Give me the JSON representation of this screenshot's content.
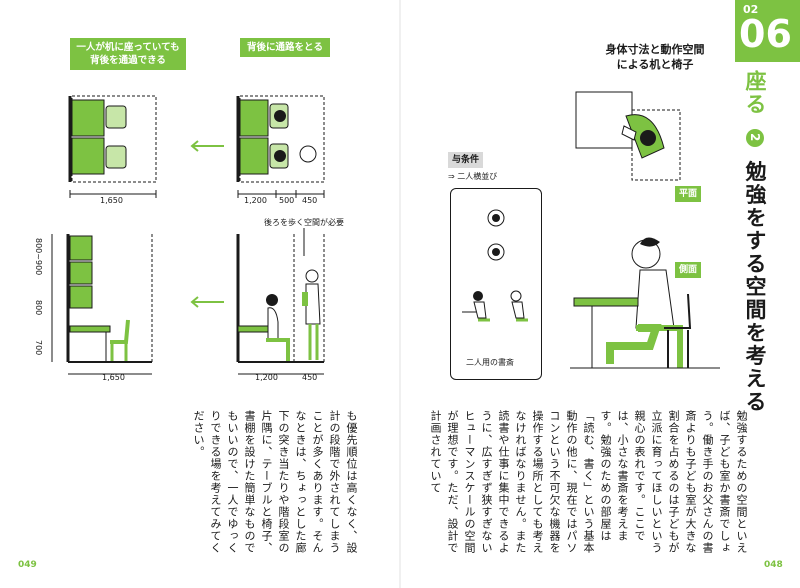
{
  "left_page": {
    "label_sit_pass": "一人が机に座っていても\n背後を通過できる",
    "label_passage": "背後に通路をとる",
    "note_walk_space": "後ろを歩く空間が必要",
    "dim_top_left": "1,650",
    "dim_top_right_a": "1,200",
    "dim_top_right_b": "500",
    "dim_top_right_c": "450",
    "dim_side_900": "800~900",
    "dim_side_800": "800",
    "dim_side_700": "700",
    "dim_bottom_left": "1,650",
    "dim_bottom_right_a": "1,200",
    "dim_bottom_right_b": "450",
    "body_text": "も優先順位は高くなく、設計の段階で外されてしまうことが多くあります。そんなときは、ちょっとした廊下の突き当たりや階段室の片隅に、テーブルと椅子、書棚を設けた簡単なものでもいいので、一人でゆっくりできる場を考えてみてください。",
    "folio": "049"
  },
  "right_page": {
    "heading_dims": "身体寸法と動作空間\nによる机と椅子",
    "tag_conditions": "与条件",
    "condition_text": "⇒ 二人横並び",
    "caption_study": "二人用の書斎",
    "tag_plan": "平面",
    "tag_side": "側面",
    "body_text": "勉強するための空間といえば、子ども室か書斎でしょう。働き手のお父さんの書斎よりも子ども室が大きな割合を占めるのは子どもが立派に育ってほしいという親心の表れです。ここでは、小さな書斎を考えます。勉強のための部屋は「読む、書く」という基本動作の他に、現在ではパソコンという不可欠な機器を操作する場所としても考えなければなりません。また読書や仕事に集中できるように、広すぎず狭すぎないヒューマンスケールの空間が理想です。ただ、設計で計画されていて",
    "folio": "048"
  },
  "chapter": {
    "number": "02",
    "big": "06",
    "section_word": "座る",
    "section_num": "2",
    "title": "勉強をする空間を考える"
  },
  "colors": {
    "accent": "#7dc242",
    "ink": "#1a1a1a"
  }
}
